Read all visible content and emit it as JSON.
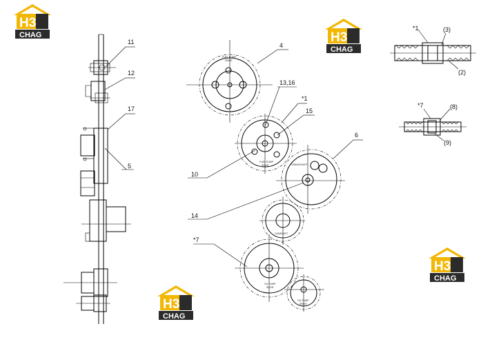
{
  "logo": {
    "mark": "H3",
    "text": "CHAG"
  },
  "callouts": {
    "c11": "11",
    "c12": "12",
    "c17": "17",
    "c5": "5",
    "c4": "4",
    "c1316": "13,16",
    "c1a": "*1",
    "c15": "15",
    "c6": "6",
    "c10": "10",
    "c14": "14",
    "c7a": "*7",
    "d1_star": "*1",
    "d1_3": "(3)",
    "d1_2": "(2)",
    "d2_star": "*7",
    "d2_8": "(8)",
    "d2_9": "(9)"
  },
  "gear_text": {
    "g4_a": "FUEL PUMP",
    "g4_b": "DRIVE",
    "g1_a": "FUEL PUMP",
    "g1_b": "IDLER",
    "g6_a": "CRANKSHAFT",
    "g_mid": "CAMSHAFT",
    "g7_a": "OIL PUMP",
    "g7_b": "IDLER",
    "g_sm_a": "OIL PUMP",
    "g_sm_b": "DRIVE"
  },
  "colors": {
    "logo_yellow": "#f2b705",
    "logo_dark": "#2b2b2b",
    "line": "#000000"
  }
}
